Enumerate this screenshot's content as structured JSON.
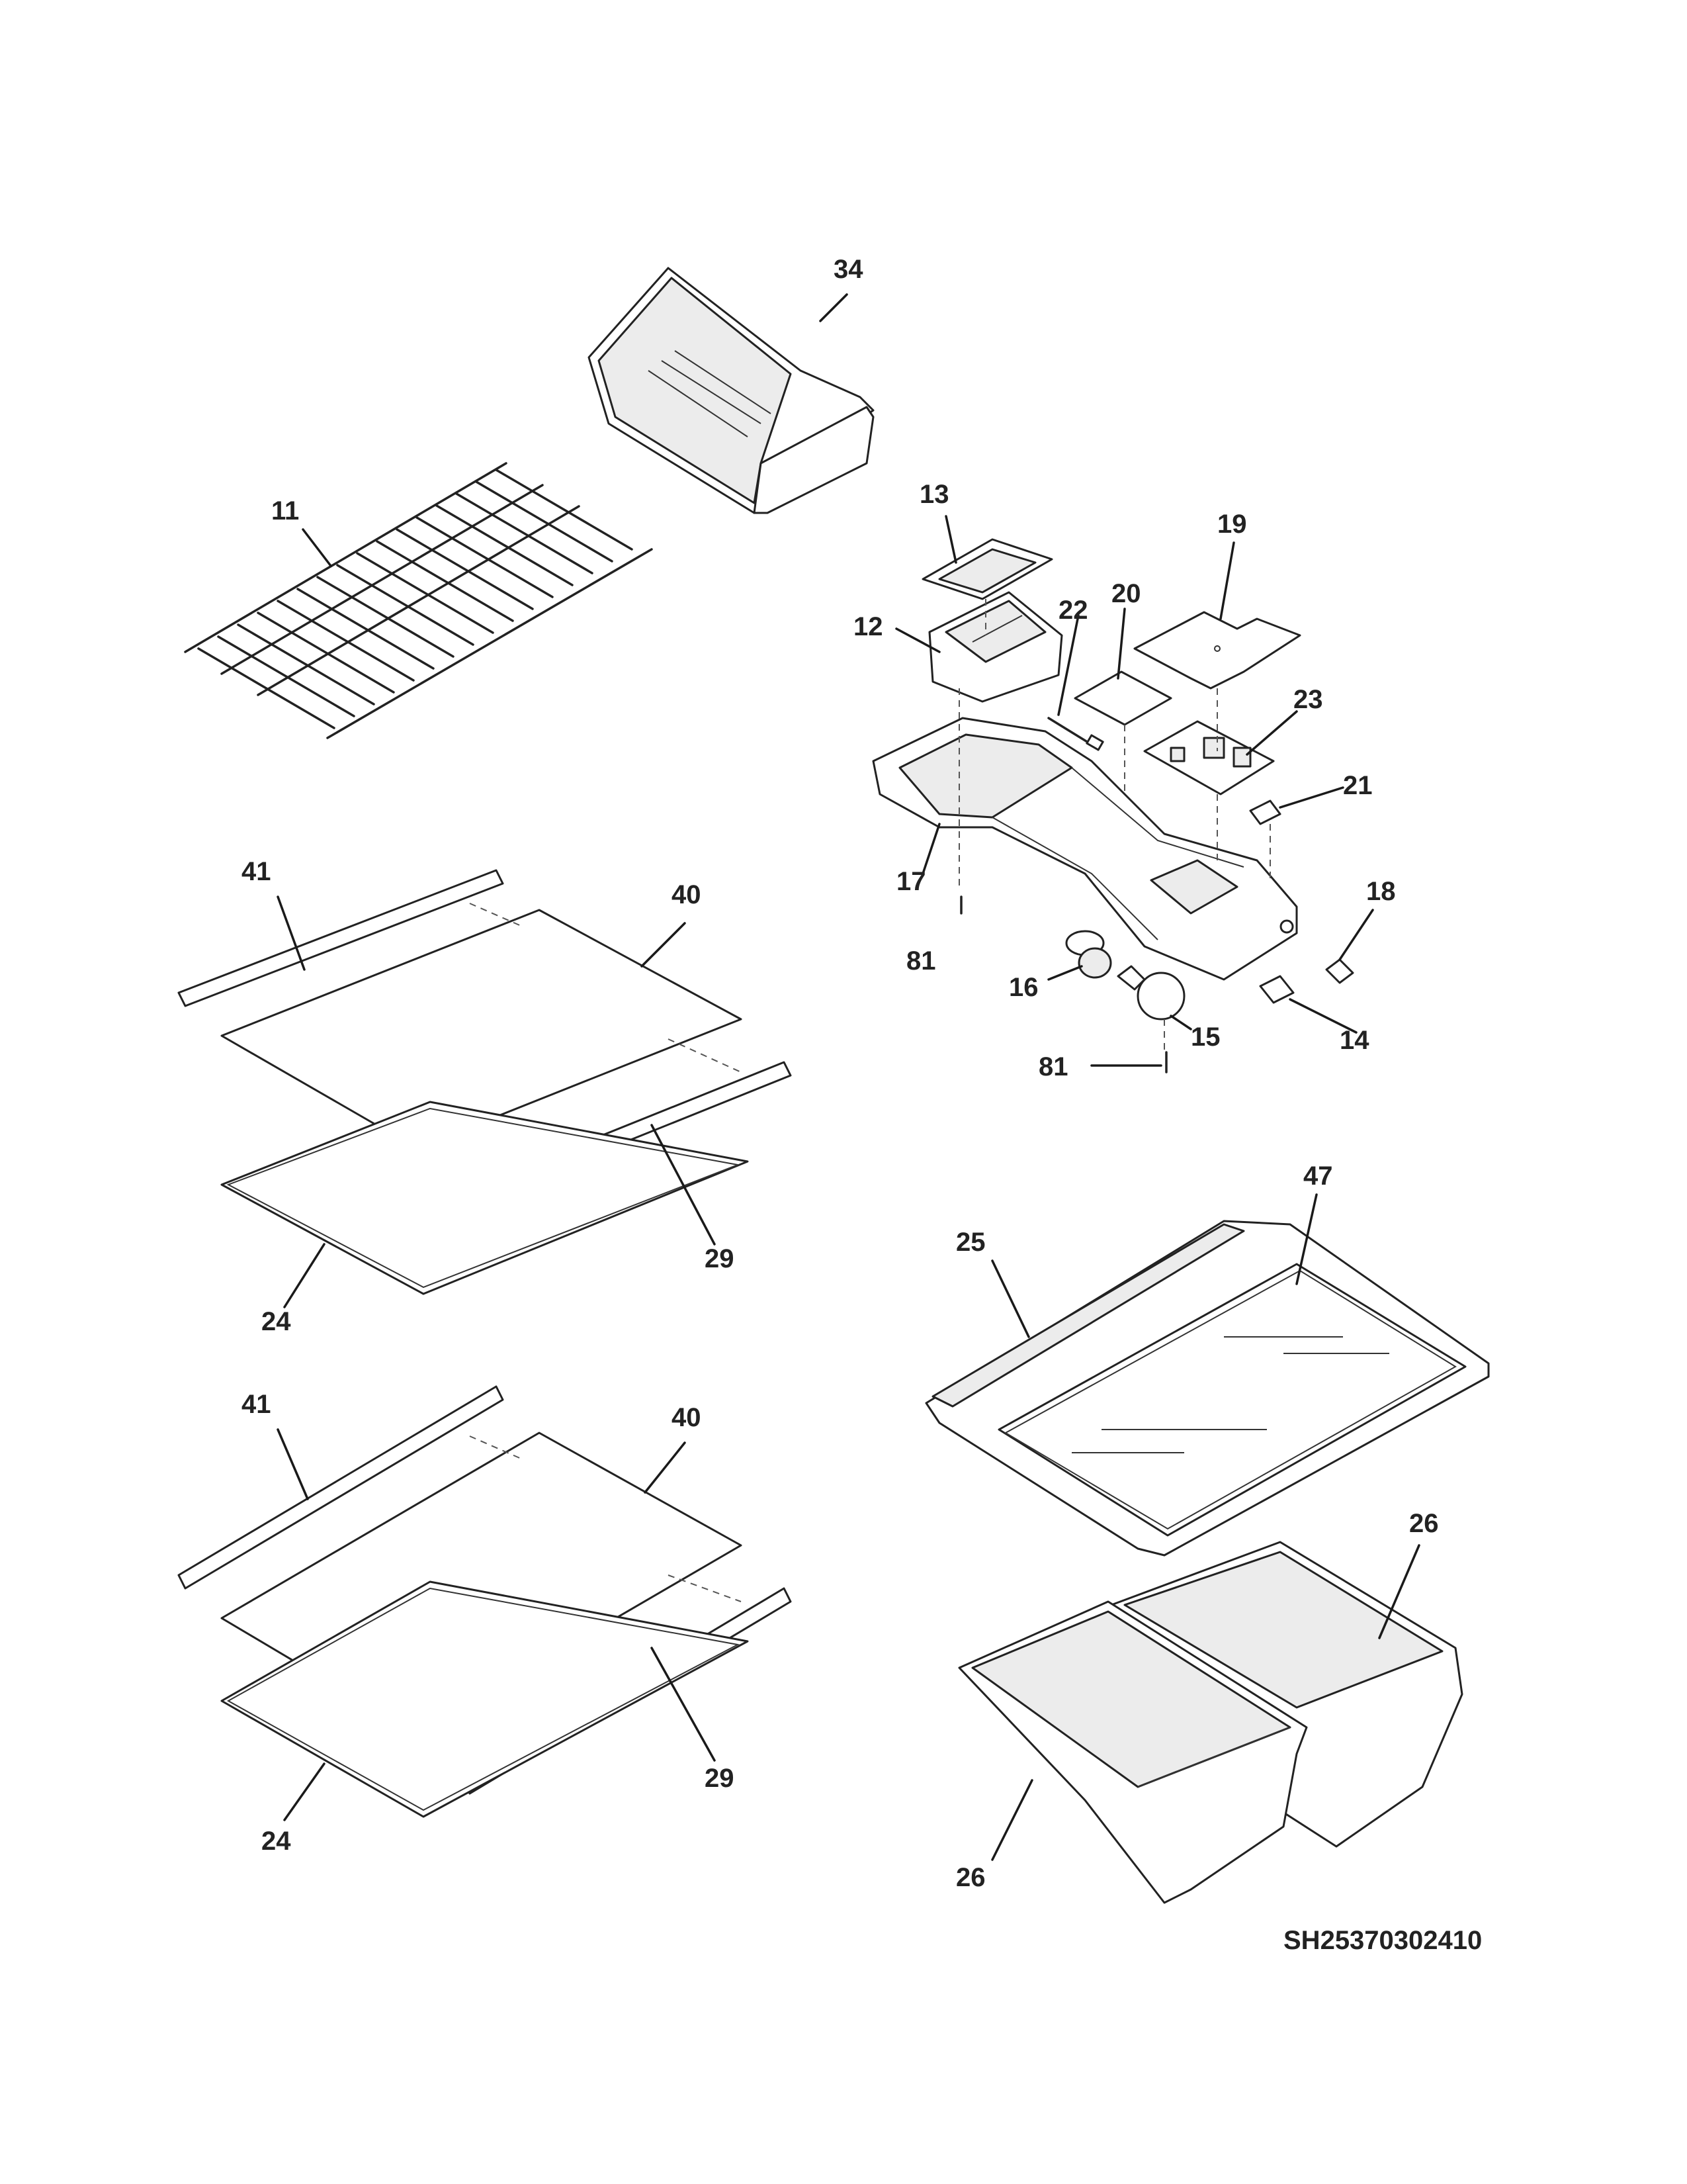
{
  "callouts": {
    "c34": "34",
    "c11": "11",
    "c13": "13",
    "c19": "19",
    "c12": "12",
    "c22": "22",
    "c20": "20",
    "c23": "23",
    "c21": "21",
    "c17": "17",
    "c18": "18",
    "c81a": "81",
    "c16": "16",
    "c15": "15",
    "c14": "14",
    "c81b": "81",
    "c41a": "41",
    "c40a": "40",
    "c29a": "29",
    "c24a": "24",
    "c41b": "41",
    "c40b": "40",
    "c29b": "29",
    "c24b": "24",
    "c47": "47",
    "c25": "25",
    "c26a": "26",
    "c26b": "26"
  },
  "document_id": "SH25370302410"
}
